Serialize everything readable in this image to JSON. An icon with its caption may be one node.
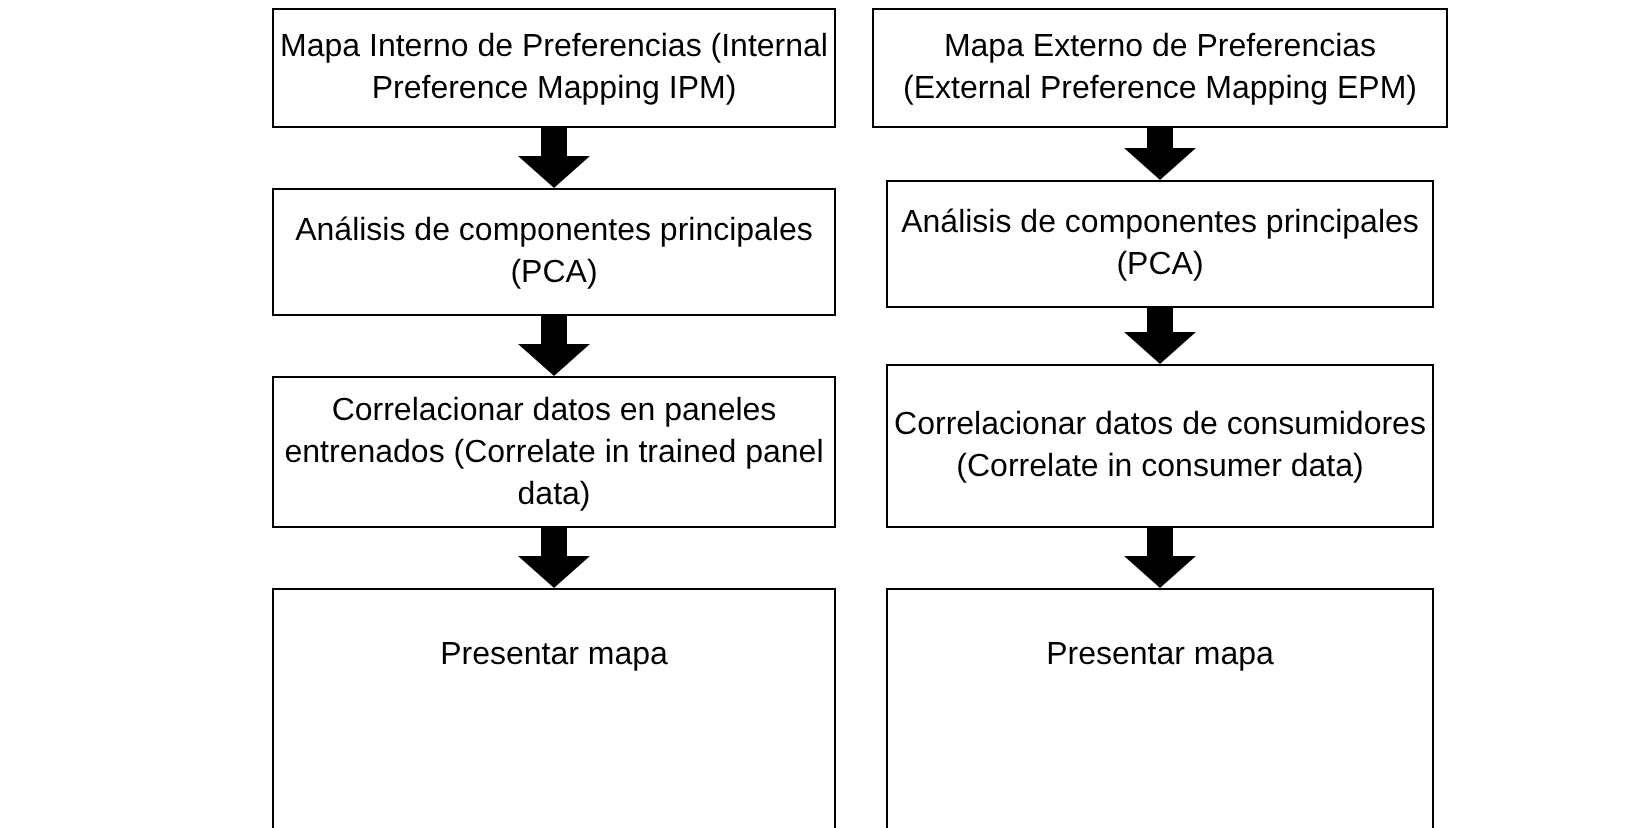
{
  "diagram": {
    "nodes": [
      {
        "text": [
          "Mapa Interno de Preferencias (Internal Preference Mapping IPM)"
        ]
      },
      {
        "text": [
          "Análisis de componentes principales (PCA)"
        ]
      },
      {
        "text": [
          "Correlacionar datos en paneles entrenados (Correlate in trained panel data)"
        ]
      },
      {
        "text": [
          "Presentar mapa"
        ]
      },
      {
        "text": [
          "Mapa Externo de Preferencias (External Preference Mapping EPM)"
        ]
      },
      {
        "text": [
          "Análisis de componentes principales (PCA)"
        ]
      },
      {
        "text": [
          "Correlacionar datos de consumidores (Correlate in consumer data)"
        ]
      },
      {
        "text": [
          "Presentar mapa"
        ]
      }
    ],
    "edges": [
      {
        "from": 0,
        "to": 1,
        "arrow": "to"
      },
      {
        "from": 1,
        "to": 2,
        "arrow": "to"
      },
      {
        "from": 2,
        "to": 3,
        "arrow": "to"
      },
      {
        "from": 4,
        "to": 5,
        "arrow": "to"
      },
      {
        "from": 5,
        "to": 6,
        "arrow": "to"
      },
      {
        "from": 6,
        "to": 7,
        "arrow": "to"
      }
    ]
  }
}
